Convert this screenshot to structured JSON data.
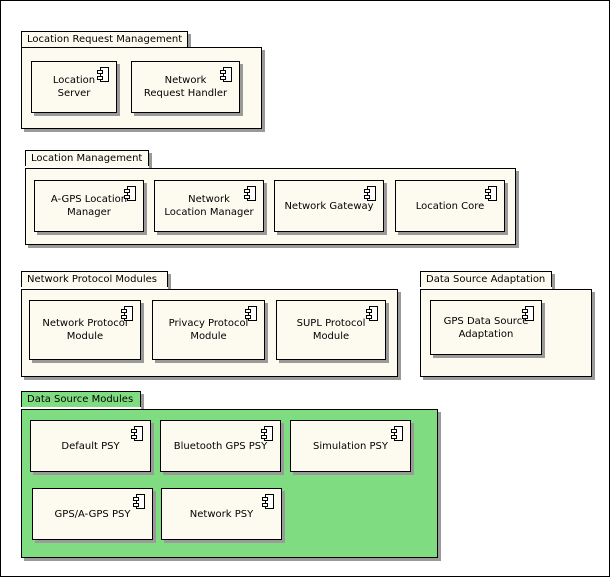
{
  "colors": {
    "package_fill": "#fdfaf0",
    "package_tab_fill": "#fdfaf0",
    "component_fill": "#fdfaf0",
    "highlight_fill": "#80dc80",
    "highlight_tab_fill": "#80dc80",
    "line": "#000000",
    "shadow": "#9a9a9a"
  },
  "packages": [
    {
      "title": "Location Request Management",
      "highlighted": false,
      "components": [
        {
          "label": "Location\nServer",
          "icon": "component-icon"
        },
        {
          "label": "Network\nRequest Handler",
          "icon": "component-icon"
        }
      ]
    },
    {
      "title": "Location Management",
      "highlighted": false,
      "components": [
        {
          "label": "A-GPS Location\nManager",
          "icon": "component-icon"
        },
        {
          "label": "Network\nLocation Manager",
          "icon": "component-icon"
        },
        {
          "label": "Network Gateway",
          "icon": "component-icon"
        },
        {
          "label": "Location Core",
          "icon": "component-icon"
        }
      ]
    },
    {
      "title": "Network Protocol Modules",
      "highlighted": false,
      "components": [
        {
          "label": "Network Protocol\nModule",
          "icon": "component-icon"
        },
        {
          "label": "Privacy Protocol\nModule",
          "icon": "component-icon"
        },
        {
          "label": "SUPL Protocol\nModule",
          "icon": "component-icon"
        }
      ]
    },
    {
      "title": "Data Source Adaptation",
      "highlighted": false,
      "components": [
        {
          "label": "GPS Data Source\nAdaptation",
          "icon": "component-icon"
        }
      ]
    },
    {
      "title": "Data Source Modules",
      "highlighted": true,
      "components": [
        {
          "label": "Default PSY",
          "icon": "component-icon"
        },
        {
          "label": "Bluetooth GPS PSY",
          "icon": "component-icon"
        },
        {
          "label": "Simulation PSY",
          "icon": "component-icon"
        },
        {
          "label": "GPS/A-GPS PSY",
          "icon": "component-icon"
        },
        {
          "label": "Network PSY",
          "icon": "component-icon"
        }
      ]
    }
  ]
}
